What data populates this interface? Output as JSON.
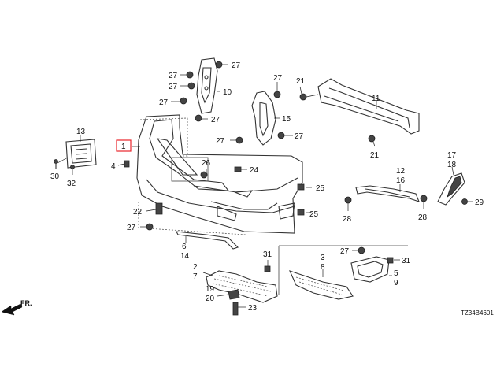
{
  "diagram_code": "TZ34B4601",
  "direction_label": "FR.",
  "highlight_color": "#e8242b",
  "callouts": {
    "c1": "1",
    "c4": "4",
    "c13": "13",
    "c30": "30",
    "c32": "32",
    "c22": "22",
    "c27_bumper": "27",
    "c6": "6",
    "c14": "14",
    "c27_top1": "27",
    "c27_top2": "27",
    "c27_top3": "27",
    "c27_top4": "27",
    "c27_top5": "27",
    "c10": "10",
    "c26": "26",
    "c24": "24",
    "c25_upper": "25",
    "c25_lower": "25",
    "c27_mid1": "27",
    "c27_mid2": "27",
    "c27_mid3": "27",
    "c15": "15",
    "c21_upper": "21",
    "c21_lower": "21",
    "c11": "11",
    "c12": "12",
    "c16": "16",
    "c17": "17",
    "c18": "18",
    "c28_left": "28",
    "c28_right": "28",
    "c29": "29",
    "c2": "2",
    "c7": "7",
    "c31_left": "31",
    "c19": "19",
    "c20": "20",
    "c23": "23",
    "c3": "3",
    "c8": "8",
    "c27_grille": "27",
    "c31_right": "31",
    "c5": "5",
    "c9": "9"
  }
}
